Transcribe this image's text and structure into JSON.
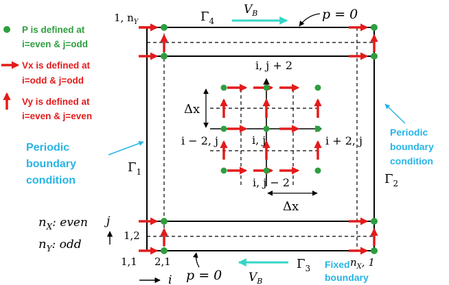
{
  "legend": {
    "p_line1": "P is defined at",
    "p_line2": "i=even & j=odd",
    "vx_line1": "Vx is defined at",
    "vx_line2": "i=odd & j=odd",
    "vy_line1": "Vy is defined at",
    "vy_line2": "i=even & j=even"
  },
  "corners": {
    "top_left": "1, n",
    "top_left_sub": "Y",
    "bottom_left": "1,1",
    "second_bottom": "2,1",
    "left_second_row": "1,2",
    "bottom_right": "n",
    "bottom_right_sub": "X",
    "bottom_right_rest": ", 1"
  },
  "boundaries": {
    "gamma1": "Γ",
    "gamma1_sub": "1",
    "gamma2": "Γ",
    "gamma2_sub": "2",
    "gamma3": "Γ",
    "gamma3_sub": "3",
    "gamma4": "Γ",
    "gamma4_sub": "4",
    "vb_top": "V",
    "vb_top_sub": "B",
    "vb_bottom": "V",
    "vb_bottom_sub": "B",
    "p_top": "p = 0",
    "p_bottom": "p = 0"
  },
  "periodic_left": [
    "Periodic",
    "boundary",
    "condition"
  ],
  "periodic_right": [
    "Periodic",
    "boundary",
    "condition"
  ],
  "fixed_boundary": [
    "Fixed",
    "boundary"
  ],
  "stencil": {
    "top": "i, j + 2",
    "left": "i − 2, j",
    "center": "i, j",
    "right": "i + 2, j",
    "bottom": "i, j − 2",
    "dx_vertical": "Δx",
    "dx_horizontal": "Δx"
  },
  "axes": {
    "j": "j",
    "i": "i",
    "nx_label": "n",
    "nx_sub": "X",
    "nx_value": ": even",
    "ny_label": "n",
    "ny_sub": "Y",
    "ny_value": ": odd"
  },
  "colors": {
    "pressure_node": "#2e9e3e",
    "velocity_arrow": "#e31b1b",
    "boundary_text": "#27b4e6"
  }
}
